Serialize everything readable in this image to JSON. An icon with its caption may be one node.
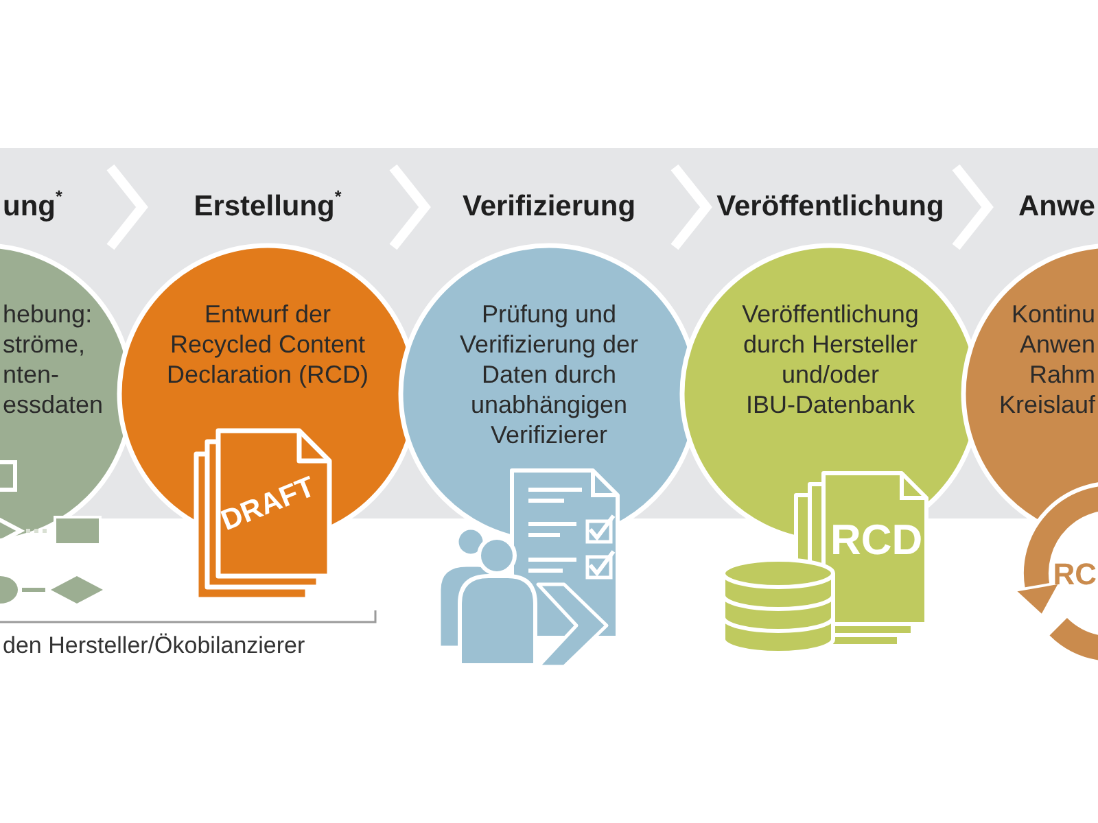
{
  "diagram": {
    "nodes": [
      {
        "text": [
          "ung$^{*}$",
          "hebung: ströme, nten- essdaten"
        ]
      },
      {
        "text": [
          "Erstellung$^{*}$",
          "Entwurf der Recycled Content Declaration (RCD)"
        ]
      },
      {
        "text": [
          "Verifizierung",
          "Prüfung und Verifizierung der Daten durch unabhängigen Verifizierer"
        ]
      },
      {
        "text": [
          "Veröffentlichung",
          "Veröffentlichung durch Hersteller und/oder IBU-Datenbank"
        ]
      },
      {
        "text": [
          "Anwe",
          "Kontinu Anwen Rahm Kreislauf"
        ]
      }
    ],
    "edges": [
      {
        "from": 0,
        "to": 1,
        "arrow": "to"
      },
      {
        "from": 1,
        "to": 2,
        "arrow": "to"
      },
      {
        "from": 2,
        "to": 3,
        "arrow": "to"
      },
      {
        "from": 3,
        "to": 4,
        "arrow": "to"
      }
    ],
    "labels": [
      "DRAFT",
      "RCD",
      "RC",
      "den Hersteller/Ökobilanzierer"
    ]
  }
}
